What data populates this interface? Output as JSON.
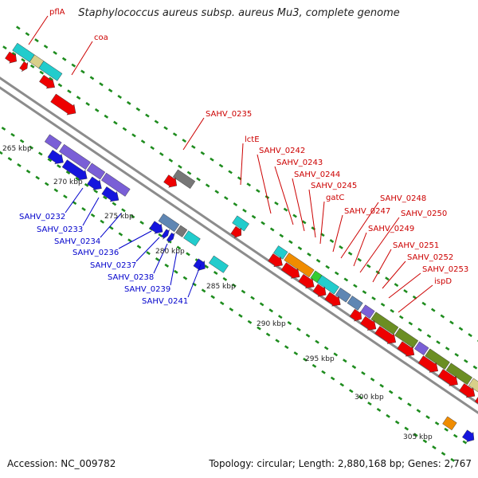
{
  "title": "Staphylococcus aureus subsp. aureus Mu3, complete genome",
  "footer": {
    "accession": "Accession: NC_009782",
    "topology": "Topology: circular; Length: 2,880,168 bp; Genes: 2,767"
  },
  "colors": {
    "backbone": "#8c8c8c",
    "tick": "#1e8c1e",
    "forward_label": "#cc0000",
    "reverse_label": "#0000cc",
    "gene_red": "#ee0000",
    "gene_blue": "#1515dd",
    "gene_purple": "#7a5fd6",
    "gene_cyan": "#22cccc",
    "gene_olive": "#6b8e23",
    "gene_orange": "#f08c00",
    "gene_gray": "#777777",
    "gene_green": "#33cc33",
    "gene_tan": "#d8cf8a",
    "gene_steel": "#5f86b3"
  },
  "scale_labels": [
    "265 kbp",
    "270 kbp",
    "275 kbp",
    "280 kbp",
    "285 kbp",
    "290 kbp",
    "295 kbp",
    "300 kbp",
    "305 kbp"
  ],
  "forward_labels": [
    "pflA",
    "coa",
    "SAHV_0235",
    "lctE",
    "SAHV_0242",
    "SAHV_0243",
    "SAHV_0244",
    "SAHV_0245",
    "gatC",
    "SAHV_0247",
    "SAHV_0248",
    "SAHV_0249",
    "SAHV_0250",
    "SAHV_0251",
    "SAHV_0252",
    "SAHV_0253",
    "ispD"
  ],
  "reverse_labels": [
    "SAHV_0232",
    "SAHV_0233",
    "SAHV_0234",
    "SAHV_0236",
    "SAHV_0237",
    "SAHV_0238",
    "SAHV_0239",
    "SAHV_0241"
  ]
}
